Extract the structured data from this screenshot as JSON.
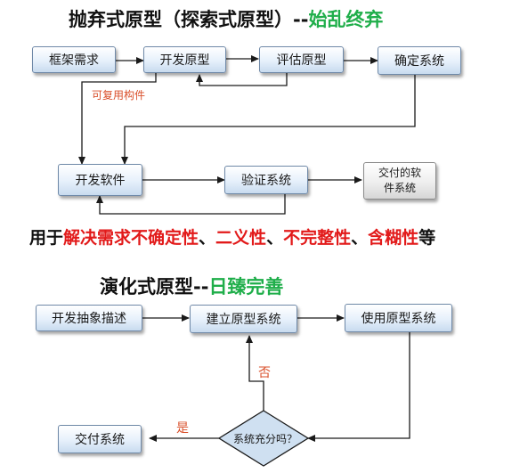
{
  "title1": {
    "main": "抛弃式原型（探索式原型）",
    "dashes": "--",
    "tag": "始乱终弃"
  },
  "row1": [
    "框架需求",
    "开发原型",
    "评估原型",
    "确定系统"
  ],
  "reusable_label": "可复用构件",
  "row2": [
    "开发软件",
    "验证系统"
  ],
  "delivered": {
    "line1": "交付的软",
    "line2": "件系统"
  },
  "usage": {
    "pre": "用于",
    "p1": "解决需求不确定性",
    "sep1": "、",
    "p2": "二义性",
    "sep2": "、",
    "p3": "不完整性",
    "sep3": "、",
    "p4": "含糊性",
    "post": "等"
  },
  "title2": {
    "main": "演化式原型",
    "dashes": "--",
    "tag": "日臻完善"
  },
  "row3": [
    "开发抽象描述",
    "建立原型系统",
    "使用原型系统"
  ],
  "decision": "系统充分吗？",
  "no_label": "否",
  "yes_label": "是",
  "deliver_system": "交付系统",
  "colors": {
    "green": "#1fae4a",
    "red": "#e21a1a",
    "arrow": "#1a1a1a",
    "box_border": "#6f89a8"
  }
}
